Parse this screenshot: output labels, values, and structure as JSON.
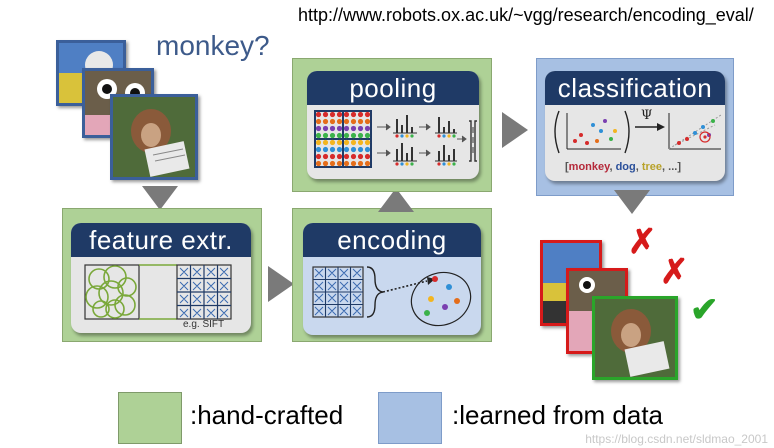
{
  "header": {
    "url": "http://www.robots.ox.ac.uk/~vgg/research/encoding_eval/"
  },
  "input": {
    "question": "monkey?"
  },
  "stages": {
    "feature": {
      "title": "feature extr.",
      "caption": "e.g. SIFT"
    },
    "encoding": {
      "title": "encoding"
    },
    "pooling": {
      "title": "pooling"
    },
    "classification": {
      "title": "classification",
      "psi": "Ψ"
    }
  },
  "class_labels": {
    "open": "[",
    "monkey": "monkey",
    "sep1": ", ",
    "dog": "dog",
    "sep2": ", ",
    "tree": "tree",
    "rest": ", ...]"
  },
  "results": {
    "wrong_mark": "✗",
    "right_mark": "✔"
  },
  "legend": [
    {
      "label": ":hand-crafted",
      "color": "#aed196"
    },
    {
      "label": ":learned from data",
      "color": "#a7c0e3"
    }
  ],
  "watermark": "https://blog.csdn.net/sldmao_2001",
  "colors": {
    "navy": "#1f3a66",
    "green_stage": "#aed196",
    "blue_stage": "#a7c0e3",
    "arrow_gray": "#7a7a7a",
    "wrong_red": "#d61a1a",
    "right_green": "#2aa52a"
  }
}
